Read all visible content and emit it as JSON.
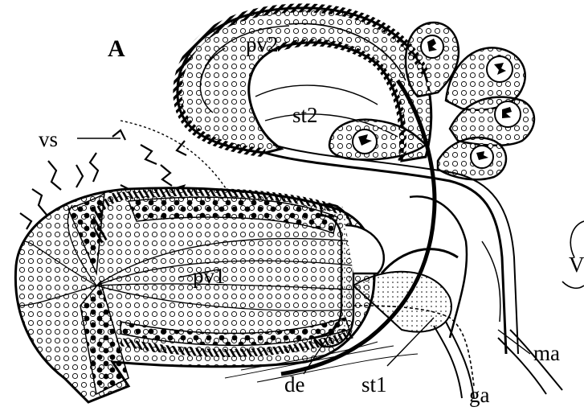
{
  "panel_label": "A",
  "labels": {
    "vs": "vs",
    "pv2": "pv2",
    "st2": "st2",
    "pv1": "pv1",
    "de": "de",
    "st1": "st1",
    "ga": "ga",
    "ma": "ma",
    "edge_fragment": "V"
  }
}
